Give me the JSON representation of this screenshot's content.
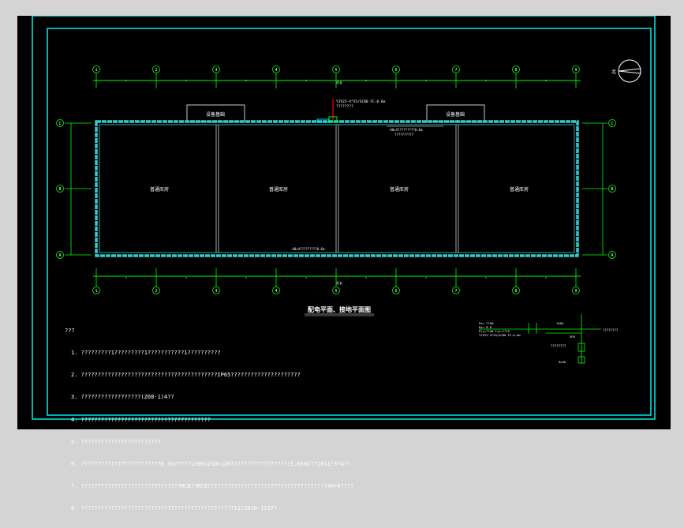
{
  "drawing": {
    "title": "配电平面、接地平面图",
    "grid_x_labels": [
      "1",
      "2",
      "3",
      "4",
      "5",
      "6",
      "7",
      "8",
      "9"
    ],
    "grid_y_labels": [
      "C",
      "B",
      "A"
    ],
    "rooms": [
      "普通库房",
      "普通库房",
      "普通库房",
      "普通库房"
    ],
    "equipment_rooms": [
      "设备基础",
      "设备基础"
    ],
    "cable_tag": "YJV22-4*35/SC80 FC-0.6m",
    "cable_tag_sub": "????????",
    "ground_tag": "-40×4?????????0.6m",
    "ground_tag_sub": "??????????",
    "bottom_tag": "-40×4?????????0.6m",
    "north_label": "北",
    "dim_top_total": "总长",
    "dim_bottom_total": "总长"
  },
  "notes": {
    "heading": "???",
    "items": [
      "1. ?????????1?????????1???????????1??????????",
      "2. ?????????????????????????????????????????IP65?????????????????????",
      "3. ??????????????????(Z08-1)4??",
      "4. ???????????????????????????????????????",
      "5. ????????????????????)???",
      "6. ????????????????????????0.5m?????1500×250×120?????????????????(5,050Z??1011?3?4??",
      "7. ??????????????????????????????MCB??MCB????????????????????????????????????40×4????",
      "8. ??????????????????????????????????????????????11(2010-1237?"
    ]
  },
  "panel": {
    "line1": "Pe= ??kW",
    "line2": "Kx= 0.8",
    "line3": "Pjs=??kW  Ijs=???A",
    "line4": "YJV22-4*35/SC80 FC-0.6m",
    "breaker": "100A",
    "spd": "SPD",
    "out_label": "????????",
    "ground_label": "????????",
    "ground_sub": "R≤4Ω"
  },
  "colors": {
    "frame": "#00ffff",
    "wall": "#33cccc",
    "grid": "#00ff00",
    "text": "#ffffff",
    "cable": "#ff0000",
    "background": "#000000"
  }
}
